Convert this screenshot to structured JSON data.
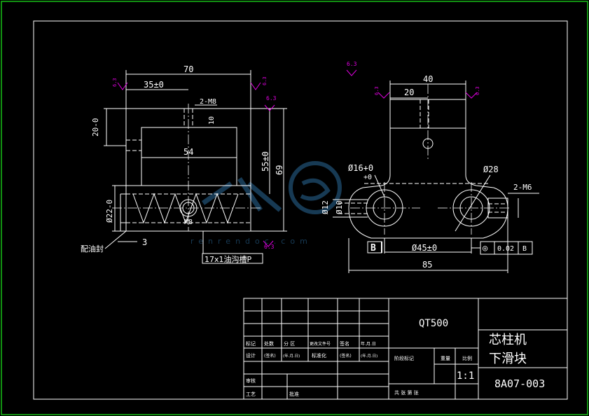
{
  "drawing": {
    "watermark": "renrendoc.com",
    "front_view": {
      "dim_width": "70",
      "dim_half": "35±0",
      "dim_tap": "2-M8",
      "dim_depth": "10",
      "dim_inner": "54",
      "dim_height_left": "20-0",
      "dim_h_55": "55±0",
      "dim_h_69": "69",
      "dim_dia22": "Ø22-0",
      "dim_m8": "M8",
      "dim_3": "3",
      "label_oil_seal": "配油封",
      "label_groove": "17x1油沟槽P",
      "rough_1": "6.3",
      "rough_2": "6.3",
      "rough_3": "6.3",
      "rough_4": "6.3"
    },
    "side_view": {
      "dim_40": "40",
      "dim_20": "20",
      "dim_dia16": "Ø16+0",
      "dim_dia16_lower": "+0",
      "dim_dia28": "Ø28",
      "dim_2m6": "2-M6",
      "dim_dia12": "Ø12",
      "dim_dia10": "Ø10",
      "dim_dia45": "Ø45±0",
      "dim_85": "85",
      "datum_b": "B",
      "tol_symbol": "◎",
      "tol_value": "0.02",
      "tol_datum": "B",
      "rough_top": "6.3",
      "rough_left": "6.3",
      "rough_right": "6.3"
    }
  },
  "title_block": {
    "material": "QT500",
    "name_line1": "芯柱机",
    "name_line2": "下滑块",
    "drawing_no": "8A07-003",
    "scale": "1:1",
    "row_labels": [
      "标记",
      "处数",
      "分 区",
      "更改文件号",
      "签名",
      "年.月.日"
    ],
    "row2_labels": [
      "设计",
      "(签名)",
      "(年.月.日)",
      "标准化",
      "(签名)",
      "(年.月.日)"
    ],
    "stage_label": "阶段标记",
    "weight_label": "重量",
    "scale_label": "比例",
    "review_label": "审核",
    "process_label": "工艺",
    "approve_label": "批准",
    "sheets_label": "共  张  第  张"
  }
}
